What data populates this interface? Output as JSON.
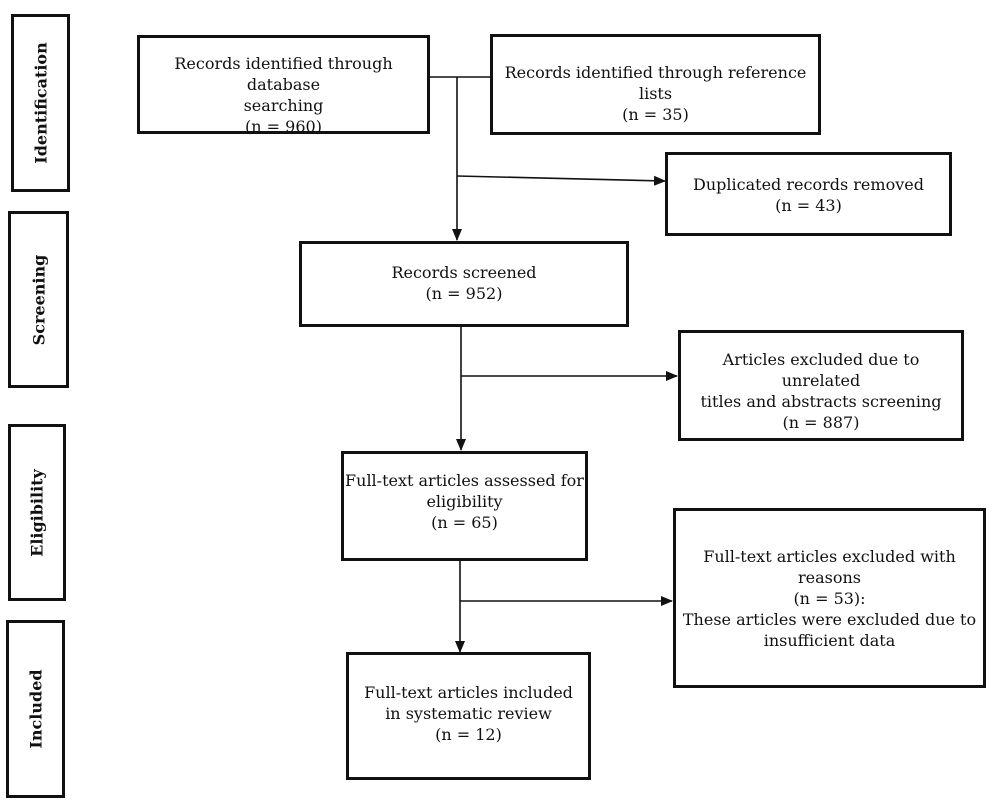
{
  "stages": {
    "identification": "Identification",
    "screening": "Screening",
    "eligibility": "Eligibility",
    "included": "Included"
  },
  "boxes": {
    "db_search": {
      "line1": "Records identified through database",
      "line2": "searching",
      "count": "(n = 960)"
    },
    "ref_lists": {
      "line1": "Records identified through reference lists",
      "count": "(n = 35)"
    },
    "duplicates": {
      "line1": "Duplicated records removed",
      "count": "(n = 43)"
    },
    "screened": {
      "line1": "Records screened",
      "count": "(n = 952)"
    },
    "excluded_titles": {
      "line1": "Articles excluded due to unrelated",
      "line2": "titles and abstracts screening",
      "count": "(n = 887)"
    },
    "fulltext_assessed": {
      "line1": "Full-text articles assessed for",
      "line2": "eligibility",
      "count": "(n = 65)"
    },
    "fulltext_excluded": {
      "line1": "Full-text articles excluded with reasons",
      "count": "(n = 53):",
      "line3": "These articles were excluded due to",
      "line4": "insufficient data"
    },
    "included": {
      "line1": "Full-text articles included",
      "line2": "in systematic review",
      "count": "(n = 12)"
    }
  }
}
